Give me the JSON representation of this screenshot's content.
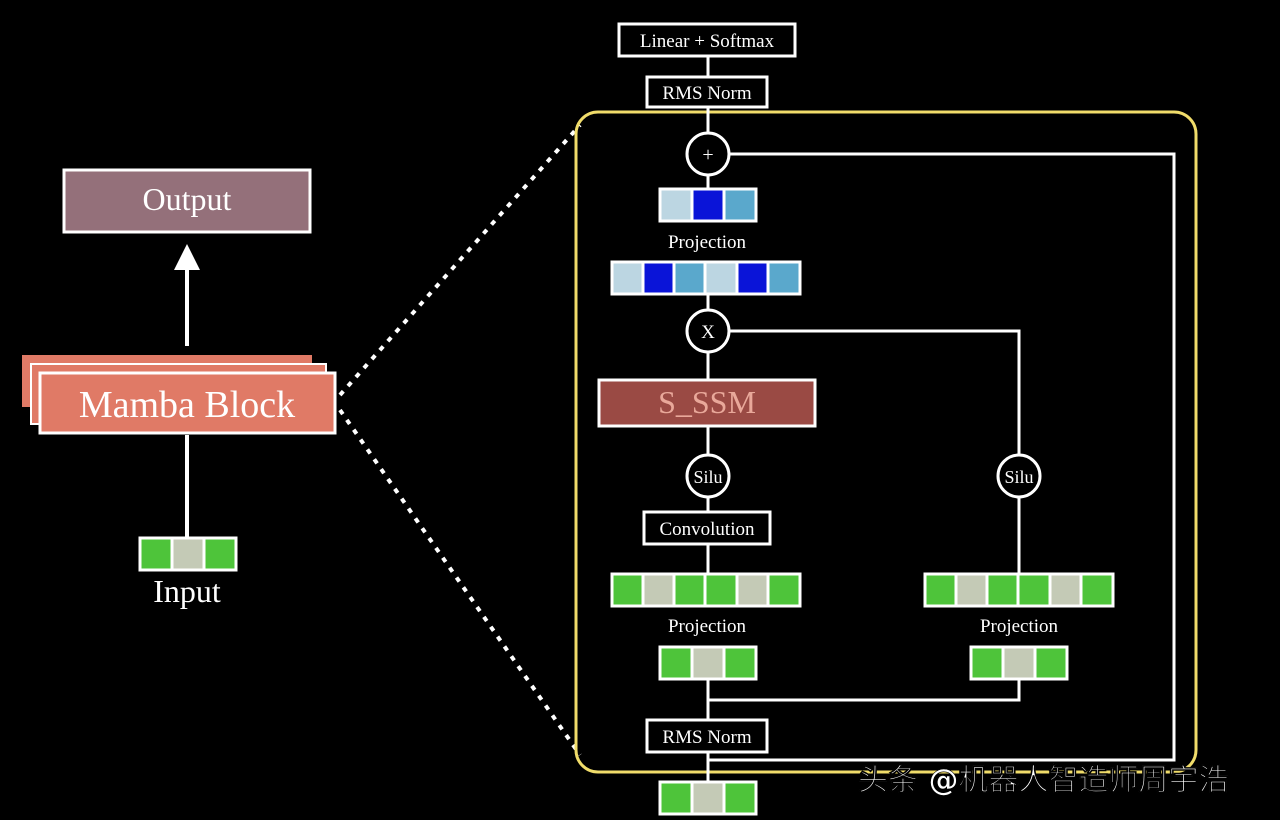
{
  "diagram": {
    "left": {
      "output_label": "Output",
      "block_label": "Mamba Block",
      "input_label": "Input",
      "input_cells": [
        "green",
        "pale",
        "green"
      ]
    },
    "right": {
      "top_head_label": "Linear + Softmax",
      "top_norm_label": "RMS Norm",
      "add_symbol": "+",
      "mult_symbol": "X",
      "out_projection_label": "Projection",
      "ssm_label": "S_SSM",
      "silu_left": "Silu",
      "silu_right": "Silu",
      "conv_label": "Convolution",
      "in_projection_left": "Projection",
      "in_projection_right": "Projection",
      "bottom_norm_label": "RMS Norm",
      "out_proj_small_cells": [
        "light",
        "dark",
        "mid"
      ],
      "out_proj_wide_cells": [
        "light",
        "dark",
        "mid",
        "light",
        "dark",
        "mid"
      ],
      "left_wide_cells": [
        "green",
        "pale",
        "green",
        "green",
        "pale",
        "green"
      ],
      "right_wide_cells": [
        "green",
        "pale",
        "green",
        "green",
        "pale",
        "green"
      ],
      "left_small_cells": [
        "green",
        "pale",
        "green"
      ],
      "right_small_cells": [
        "green",
        "pale",
        "green"
      ],
      "bottom_cells": [
        "green",
        "pale",
        "green"
      ]
    }
  },
  "watermark": "头条 @机器人智造师周宇浩",
  "colors": {
    "green": "#4ec43a",
    "pale": "#c4cab6",
    "light": "#bcd6e2",
    "dark": "#0a14d8",
    "mid": "#5aa8cc",
    "output_fill": "#94707a",
    "block_fill": "#e07a66",
    "ssm_fill": "#9a4a44",
    "frame": "#f0dc6a"
  }
}
